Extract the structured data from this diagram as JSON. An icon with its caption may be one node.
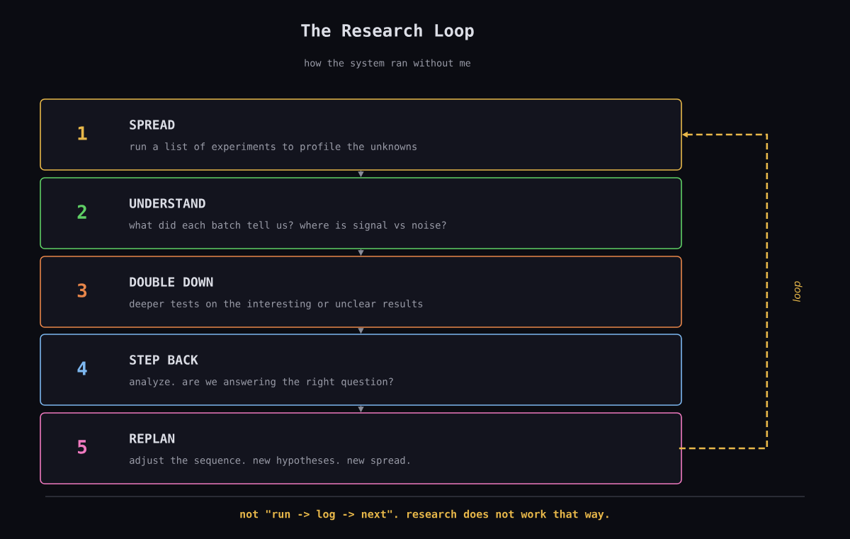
{
  "diagram": {
    "title": "The Research Loop",
    "caption": "not \"run -> log -> next\". research does not work that way.",
    "nodes": [
      {
        "text": [
          "1",
          "SPREAD",
          "run a list of experiments to profile the unknowns"
        ]
      },
      {
        "text": [
          "2",
          "UNDERSTAND",
          "what did each batch tell us? where is signal vs noise?"
        ]
      },
      {
        "text": [
          "3",
          "DOUBLE DOWN",
          "deeper tests on the interesting or unclear results"
        ]
      },
      {
        "text": [
          "4",
          "STEP BACK",
          "analyze. are we answering the right question?"
        ]
      },
      {
        "text": [
          "5",
          "REPLAN",
          "adjust the sequence. new hypotheses. new spread."
        ]
      }
    ],
    "edges": [
      {
        "from": 0,
        "to": 1,
        "arrow": "to"
      },
      {
        "from": 1,
        "to": 2,
        "arrow": "to"
      },
      {
        "from": 2,
        "to": 3,
        "arrow": "to"
      },
      {
        "from": 3,
        "to": 4,
        "arrow": "to"
      },
      {
        "from": 4,
        "to": 0,
        "arrow": "to",
        "label": "loop",
        "style": "dashed",
        "color": "#e8b84a"
      }
    ],
    "labels": [
      "how the system ran without me"
    ]
  }
}
